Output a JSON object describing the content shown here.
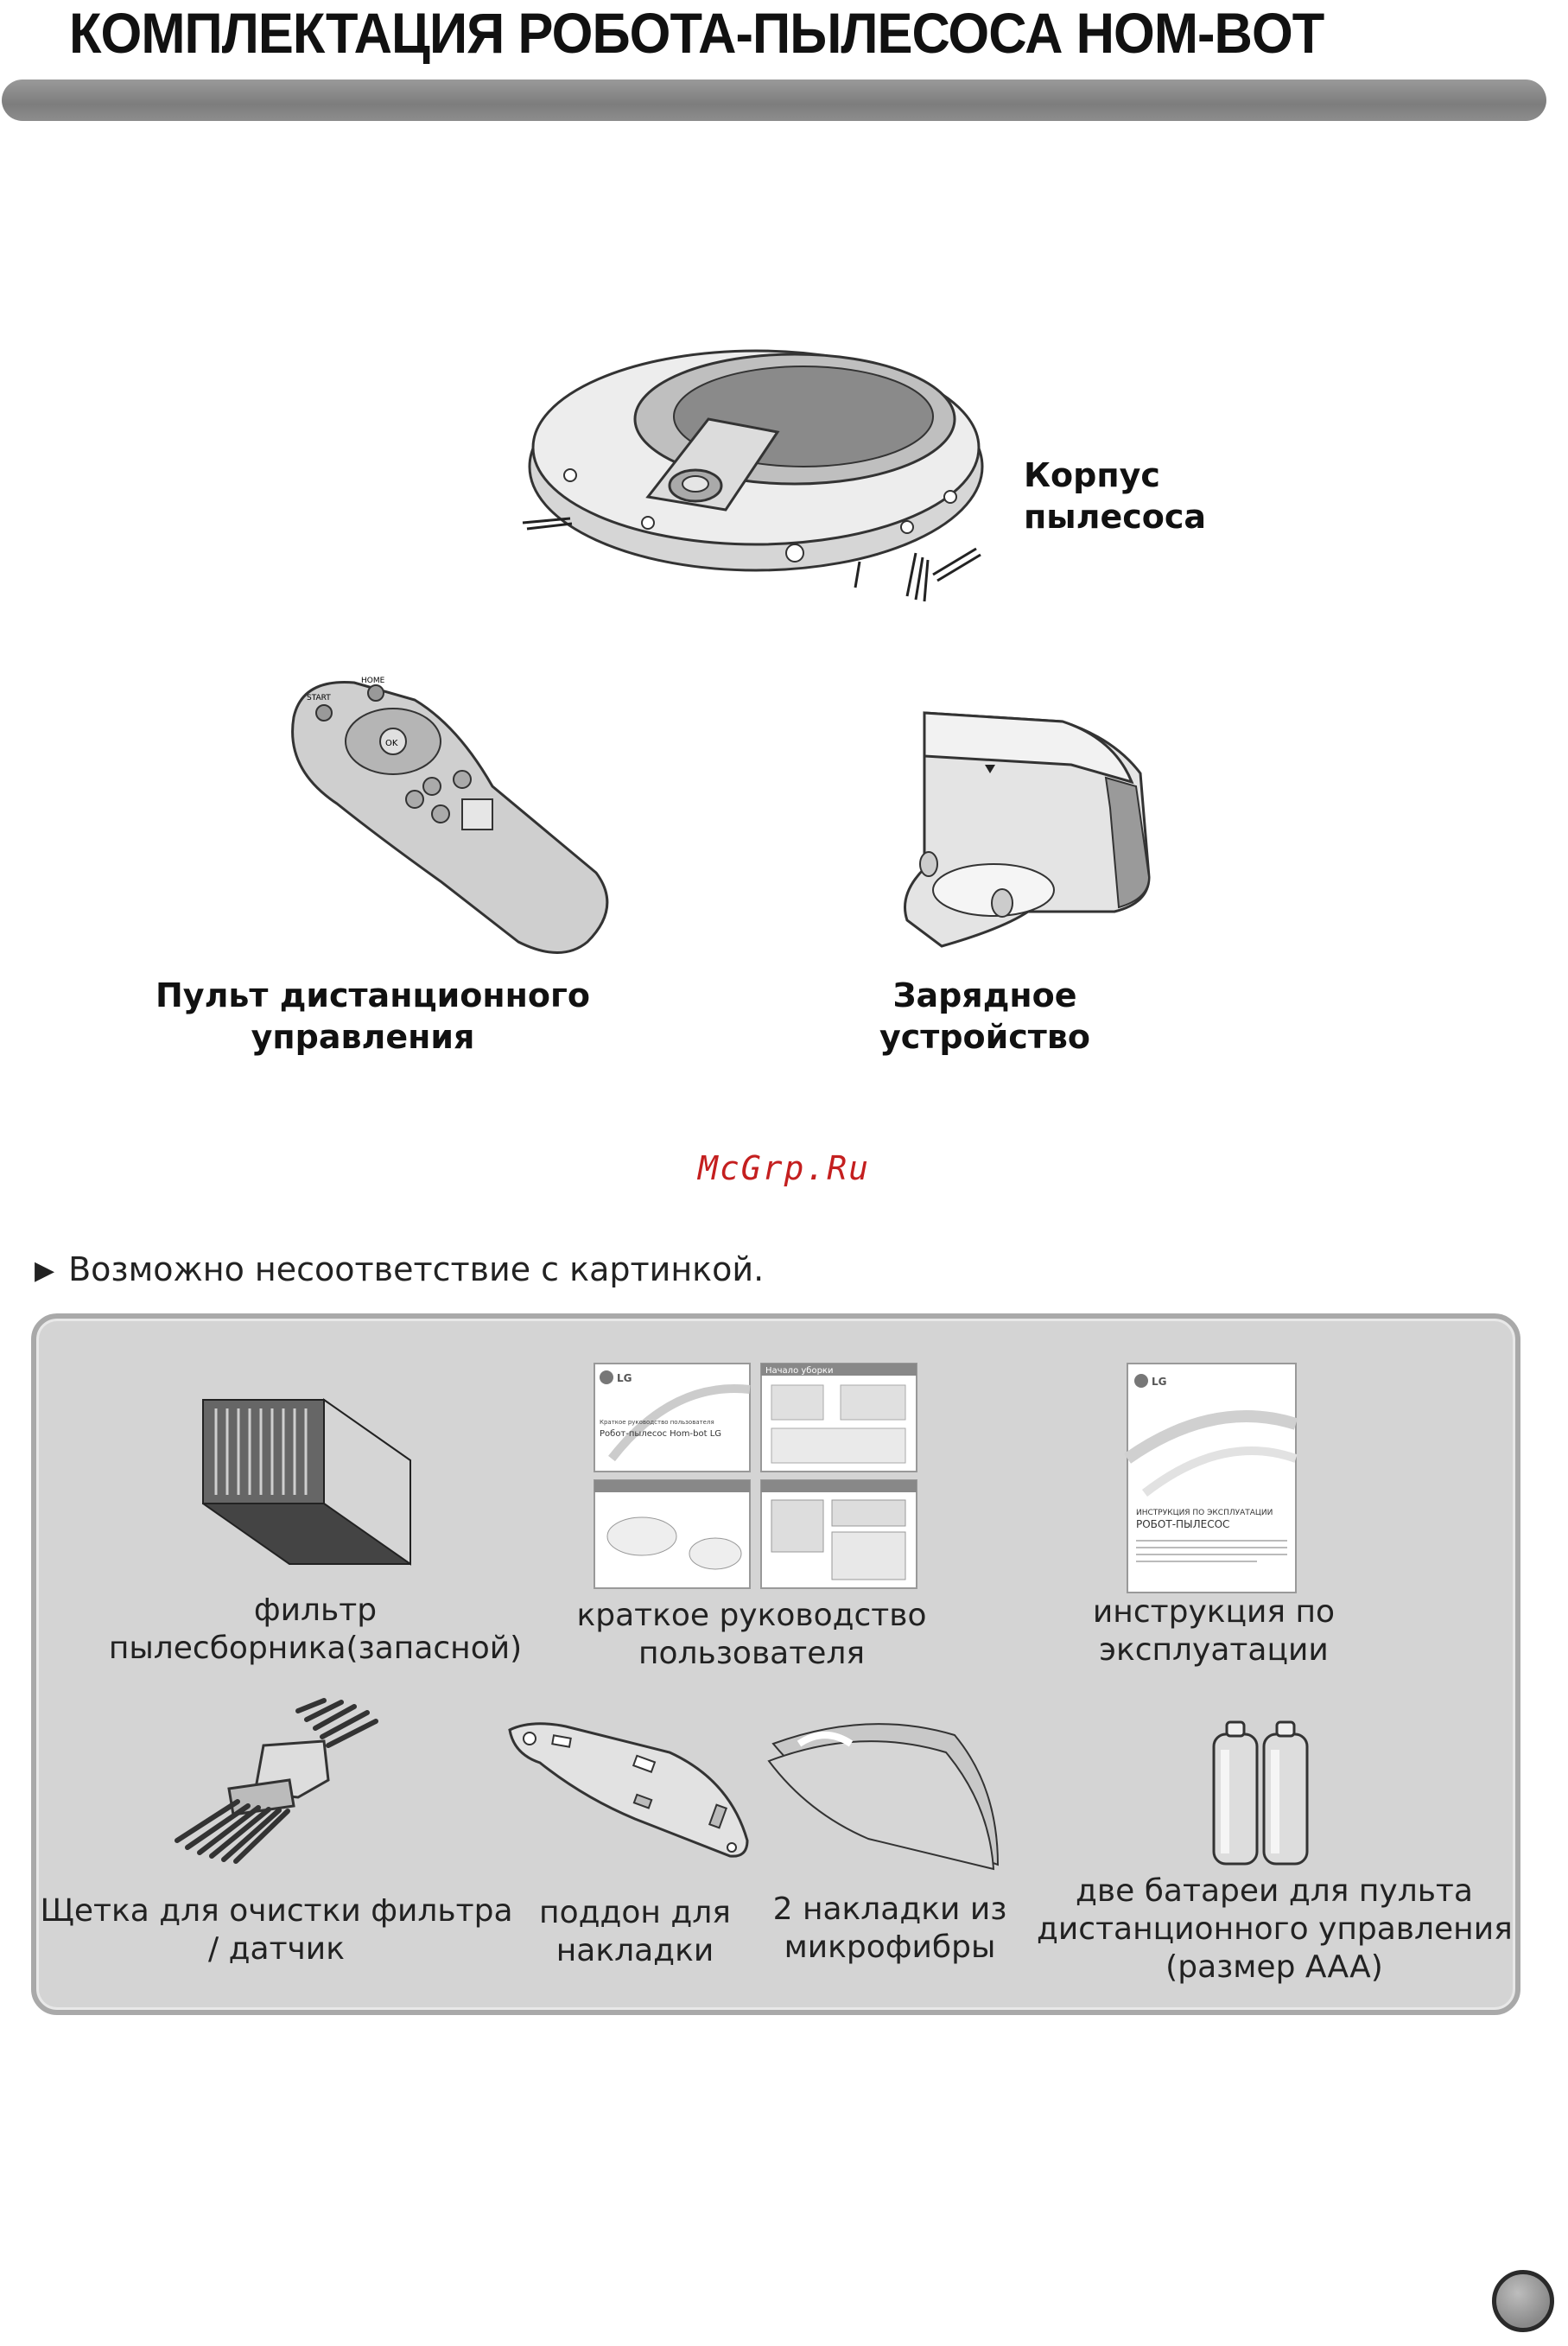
{
  "page": {
    "title": "КОМПЛЕКТАЦИЯ РОБОТА-ПЫЛЕСОСА HOM-BOT",
    "watermark": "McGrp.Ru",
    "note": "Возможно несоответствие с картинкой."
  },
  "main_items": {
    "robot": {
      "line1": "Корпус",
      "line2": "пылесоса"
    },
    "remote": {
      "line1": "Пульт дистанционного",
      "line2": "управления"
    },
    "charger": {
      "line1": "Зарядное",
      "line2": "устройство"
    }
  },
  "remote_buttons": {
    "start": "START",
    "home": "HOME",
    "ok": "OK"
  },
  "accessories": {
    "filter": {
      "line1": "фильтр",
      "line2": "пылесборника(запасной)"
    },
    "quick_guide": {
      "line1": "краткое руководство",
      "line2": "пользователя",
      "brand": "LG",
      "cover_line1": "Краткое руководство пользователя",
      "cover_line2": "Робот-пылесос Hom-bot LG",
      "section_start": "Начало уборки"
    },
    "manual": {
      "line1": "инструкция по",
      "line2": "эксплуатации",
      "brand": "LG",
      "cover_line1": "ИНСТРУКЦИЯ ПО ЭКСПЛУАТАЦИИ",
      "cover_line2": "РОБОТ-ПЫЛЕСОС"
    },
    "brush": {
      "line1": "Щетка для очистки фильтра",
      "line2": "/ датчик"
    },
    "pad_holder": {
      "line1": "поддон для",
      "line2": "накладки"
    },
    "microfiber": {
      "line1": "2 накладки из",
      "line2": "микрофибры"
    },
    "batteries": {
      "line1": "две батареи для пульта",
      "line2": "дистанционного управления",
      "line3": "(размер AAA)"
    }
  },
  "colors": {
    "title_bar": "#8a8a8a",
    "panel_bg": "#d4d4d4",
    "panel_border": "#a9a9a9",
    "watermark": "#c41f1f"
  }
}
